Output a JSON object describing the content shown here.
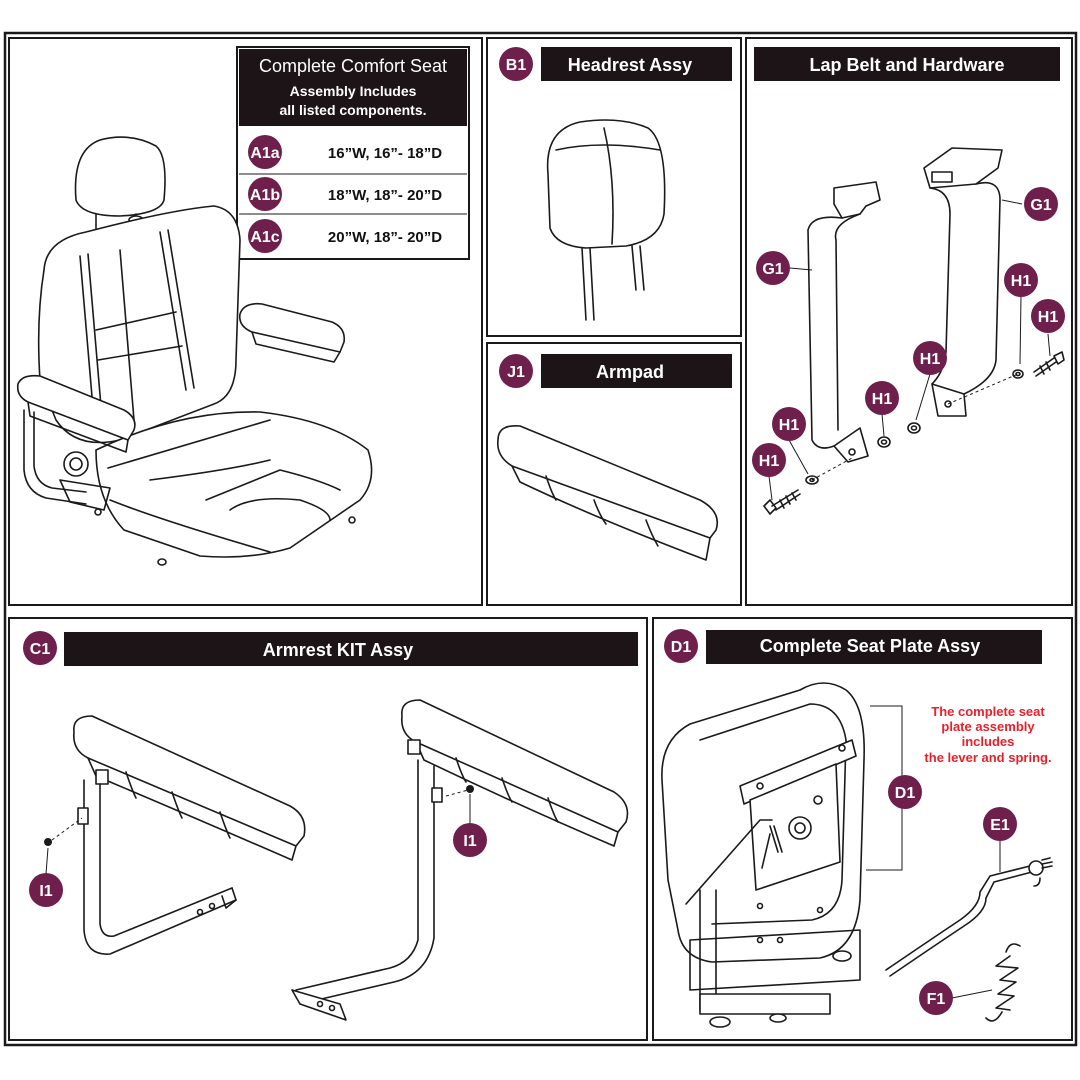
{
  "colors": {
    "badge": "#6e1f4b",
    "banner": "#1c1416",
    "note": "#e8202a",
    "border": "#1a1a1a"
  },
  "seat_panel": {
    "title": "Complete Comfort Seat",
    "subtitle_line1": "Assembly Includes",
    "subtitle_line2": "all listed components.",
    "sizes": [
      {
        "code": "A1a",
        "label": "16”W, 16”- 18”D"
      },
      {
        "code": "A1b",
        "label": "18”W, 18”- 20”D"
      },
      {
        "code": "A1c",
        "label": "20”W, 18”- 20”D"
      }
    ]
  },
  "headrest_panel": {
    "code": "B1",
    "title": "Headrest Assy"
  },
  "armpad_panel": {
    "code": "J1",
    "title": "Armpad"
  },
  "lapbelt_panel": {
    "title": "Lap Belt and Hardware",
    "callouts": [
      "G1",
      "G1",
      "H1",
      "H1",
      "H1",
      "H1",
      "H1",
      "H1"
    ]
  },
  "armrest_panel": {
    "code": "C1",
    "title": "Armrest KIT Assy",
    "callouts": [
      "I1",
      "I1"
    ]
  },
  "seatplate_panel": {
    "code": "D1",
    "title": "Complete Seat Plate Assy",
    "note_lines": [
      "The complete seat",
      "plate assembly",
      "includes",
      "the lever and spring."
    ],
    "callouts": [
      "D1",
      "E1",
      "F1"
    ]
  }
}
